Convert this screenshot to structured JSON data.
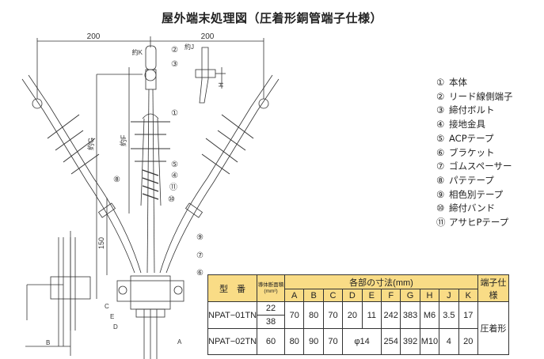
{
  "title": "屋外端末処理図（圧着形銅管端子仕様）",
  "legend": [
    {
      "num": "①",
      "label": "本体"
    },
    {
      "num": "②",
      "label": "リード線側端子"
    },
    {
      "num": "③",
      "label": "締付ボルト"
    },
    {
      "num": "④",
      "label": "接地金具"
    },
    {
      "num": "⑤",
      "label": "ACPテープ"
    },
    {
      "num": "⑥",
      "label": "ブラケット"
    },
    {
      "num": "⑦",
      "label": "ゴムスペーサー"
    },
    {
      "num": "⑧",
      "label": "パテテープ"
    },
    {
      "num": "⑨",
      "label": "相色別テープ"
    },
    {
      "num": "⑩",
      "label": "締付バンド"
    },
    {
      "num": "⑪",
      "label": "アサヒPテープ"
    }
  ],
  "drawing": {
    "dim_left": "200",
    "dim_right": "200",
    "k": "約K",
    "j": "約J",
    "h": "H",
    "g": "約G",
    "f": "約F",
    "d150": "150",
    "c": "C",
    "e": "E",
    "d": "D",
    "a": "A",
    "b": "B",
    "callouts": [
      "①",
      "②",
      "③",
      "④",
      "⑤",
      "⑥",
      "⑦",
      "⑧",
      "⑨",
      "⑩",
      "⑪"
    ]
  },
  "table": {
    "h_model": "型　番",
    "h_area": "導体断面積",
    "h_area_unit": "(mm²)",
    "h_dims": "各部の寸法(mm)",
    "h_terminal": "端子仕様",
    "cols": [
      "A",
      "B",
      "C",
      "D",
      "E",
      "F",
      "G",
      "H",
      "J",
      "K"
    ],
    "rows": [
      {
        "model": "NPAT−01TN",
        "areas": [
          "22",
          "38"
        ],
        "A": "70",
        "B": "80",
        "C": "70",
        "D": "20",
        "E": "11",
        "F": "242",
        "G": "383",
        "H": "M6",
        "J": "3.5",
        "K": "17"
      },
      {
        "model": "NPAT−02TN",
        "area": "60",
        "A": "80",
        "B": "90",
        "C": "70",
        "DE": "φ14",
        "F": "254",
        "G": "392",
        "H": "M10",
        "J": "4",
        "K": "20"
      }
    ],
    "terminal": "圧着形"
  }
}
